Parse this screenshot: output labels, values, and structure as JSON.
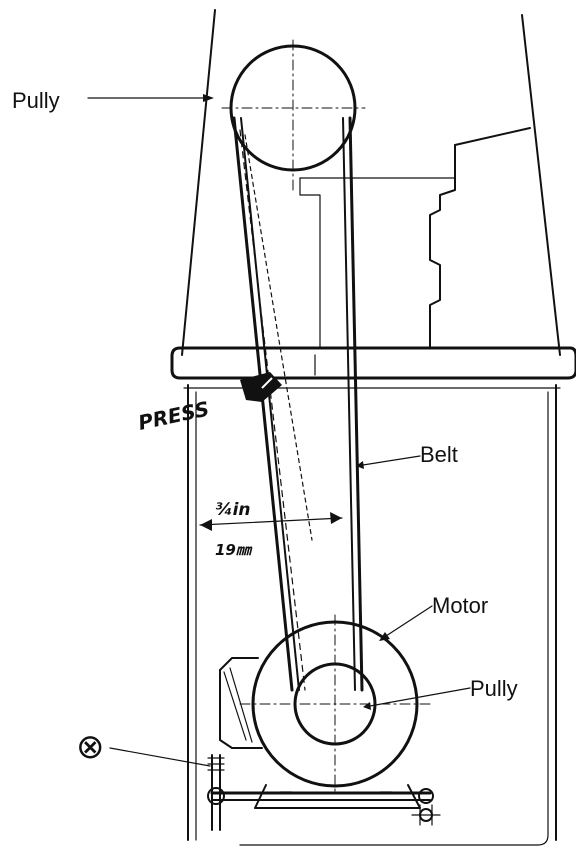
{
  "labels": {
    "top_pulley": "Pully",
    "press": "PRESS",
    "belt": "Belt",
    "deflection_in": "¾in",
    "deflection_mm": "19㎜",
    "motor": "Motor",
    "motor_pulley": "Pully",
    "marker": "⊗"
  }
}
